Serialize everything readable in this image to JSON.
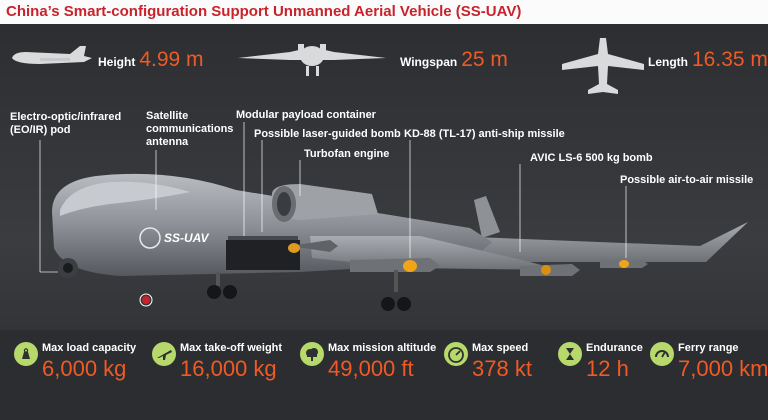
{
  "title": "China’s Smart-configuration Support Unmanned Aerial Vehicle (SS-UAV)",
  "dimensions": [
    {
      "label": "Height",
      "value": "4.99 m"
    },
    {
      "label": "Wingspan",
      "value": "25 m"
    },
    {
      "label": "Length",
      "value": "16.35 m"
    }
  ],
  "callouts": {
    "eo_ir": [
      "Electro-optic/infrared",
      "(EO/IR) pod"
    ],
    "satcom": [
      "Satellite",
      "communications",
      "antenna"
    ],
    "payload": "Modular payload container",
    "laser_bomb": "Possible laser-guided bomb",
    "engine": "Turbofan engine",
    "kd88": "KD-88 (TL-17) anti-ship missile",
    "ls6": "AVIC LS-6 500 kg bomb",
    "aam": "Possible air-to-air missile"
  },
  "aircraft_markings": {
    "name": "SS-UAV"
  },
  "stats": [
    {
      "label": "Max load capacity",
      "value": "6,000 kg",
      "icon": "weight-icon"
    },
    {
      "label": "Max take-off weight",
      "value": "16,000 kg",
      "icon": "airplane-takeoff-icon"
    },
    {
      "label": "Max mission altitude",
      "value": "49,000 ft",
      "icon": "altitude-cloud-icon"
    },
    {
      "label": "Max speed",
      "value": "378 kt",
      "icon": "speedometer-icon"
    },
    {
      "label": "Endurance",
      "value": "12 h",
      "icon": "hourglass-icon"
    },
    {
      "label": "Ferry range",
      "value": "7,000 km",
      "icon": "range-gauge-icon"
    }
  ],
  "colors": {
    "accent": "#f05a24",
    "title": "#c8232c",
    "icon_bg": "#b7d96c",
    "background": "#2e3033"
  }
}
